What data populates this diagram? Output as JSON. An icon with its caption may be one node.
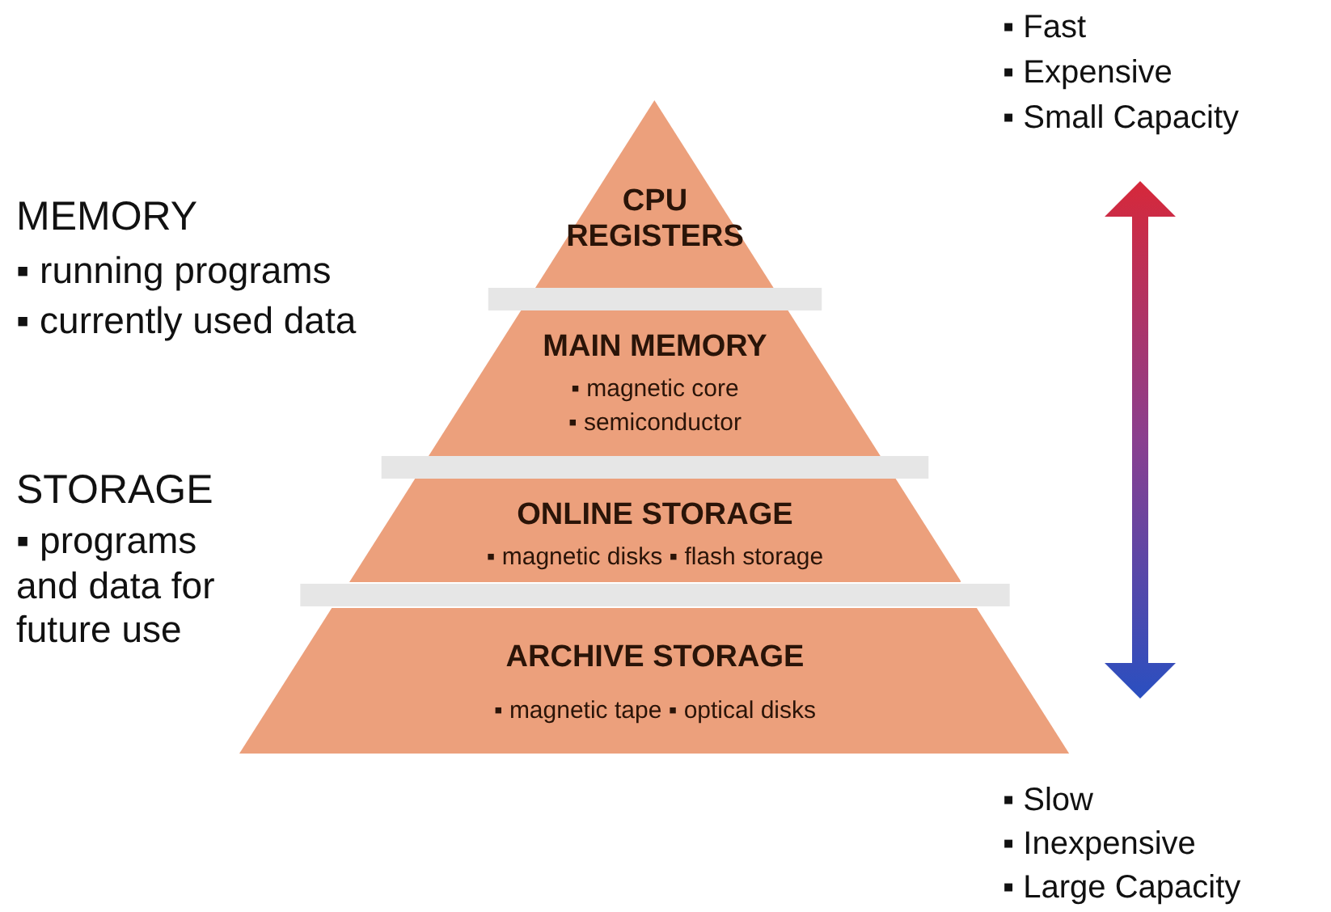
{
  "diagram": {
    "nodes": [
      {
        "text": [
          "CPU REGISTERS"
        ]
      },
      {
        "text": [
          "MAIN MEMORY",
          "▪ magnetic core",
          "▪ semiconductor"
        ]
      },
      {
        "text": [
          "ONLINE STORAGE",
          "▪ magnetic disks ▪ flash storage"
        ]
      },
      {
        "text": [
          "ARCHIVE STORAGE",
          "▪ magnetic tape ▪ optical disks"
        ]
      }
    ],
    "labels": [
      "▪ Fast",
      "▪ Expensive",
      "▪ Small Capacity",
      "MEMORY",
      "▪ running programs",
      "▪ currently used data",
      "STORAGE",
      "▪ programs and data for future use",
      "▪ Slow",
      "▪ Inexpensive",
      "▪ Large Capacity"
    ]
  }
}
